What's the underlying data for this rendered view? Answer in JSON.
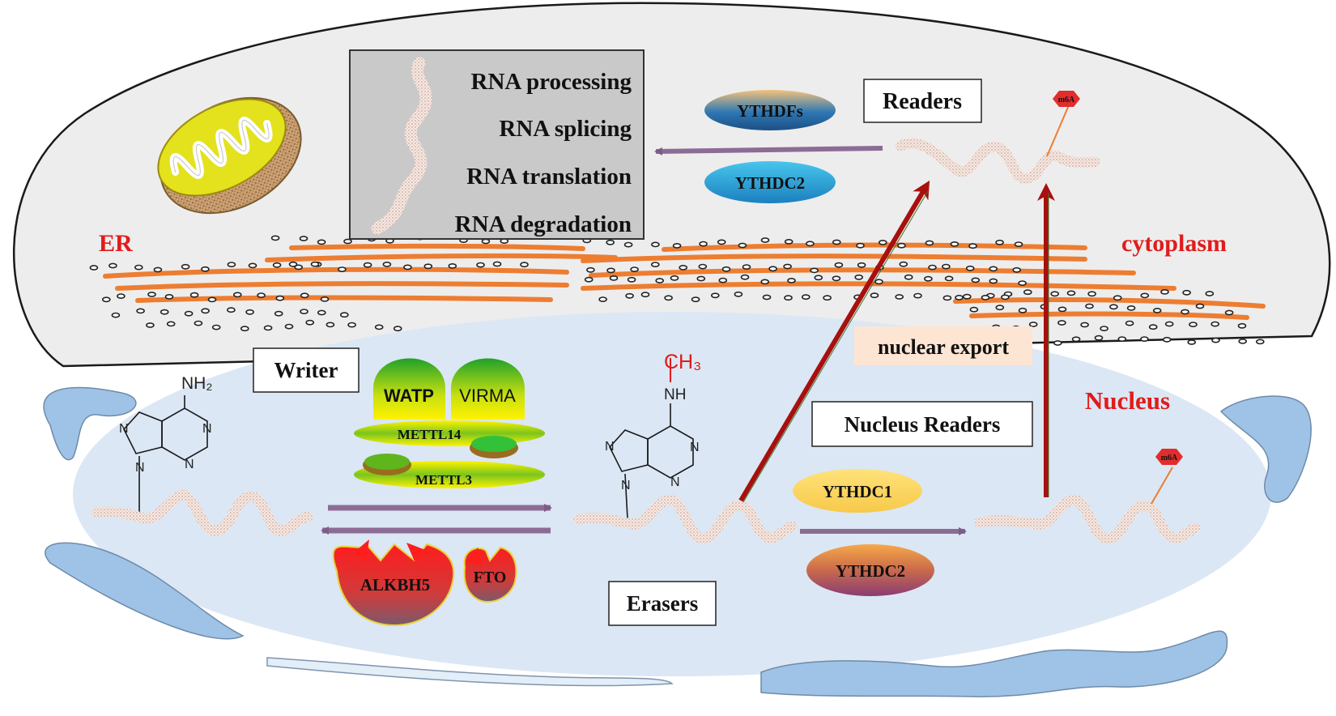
{
  "cytoplasm_panel": {
    "processes": [
      "RNA processing",
      "RNA splicing",
      "RNA translation",
      "RNA degradation"
    ],
    "readers_label": "Readers",
    "reader_proteins": [
      "YTHDFs",
      "YTHDC2"
    ],
    "mark": "m6A"
  },
  "regions": {
    "er": "ER",
    "cytoplasm": "cytoplasm",
    "nucleus": "Nucleus",
    "nuclear_export": "nuclear export"
  },
  "writer": {
    "label": "Writer",
    "proteins": [
      "WATP",
      "VIRMA",
      "METTL14",
      "METTL3"
    ]
  },
  "erasers": {
    "label": "Erasers",
    "proteins": [
      "ALKBH5",
      "FTO"
    ]
  },
  "nucleus_readers": {
    "label": "Nucleus Readers",
    "proteins": [
      "YTHDC1",
      "YTHDC2"
    ],
    "mark": "m6A"
  },
  "adenosine": {
    "amino": "NH₂",
    "n": "N"
  },
  "methyl_adenosine": {
    "methyl": "CH₃",
    "nh": "NH",
    "n": "N"
  },
  "colors": {
    "er_membrane": "#ed7d31",
    "nucleus_fill": "#dbe7f4",
    "cell_fill": "#ececec",
    "arrow_purple": "#8c6c95",
    "arrow_red": "#a80f0f",
    "label_red": "#e11b1b",
    "mark_red": "#e32d2d"
  }
}
